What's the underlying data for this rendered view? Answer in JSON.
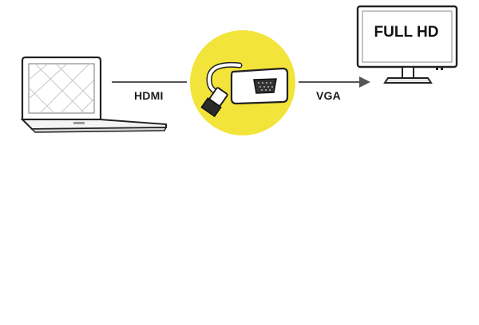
{
  "labels": {
    "left_connection": "HDMI",
    "right_connection": "VGA",
    "monitor_screen": "FULL HD"
  },
  "colors": {
    "highlight": "#f2e43a",
    "line": "#555555",
    "outline": "#222222"
  },
  "icons": [
    "laptop-icon",
    "hdmi-to-vga-adapter-icon",
    "monitor-icon",
    "arrow-right-icon"
  ]
}
